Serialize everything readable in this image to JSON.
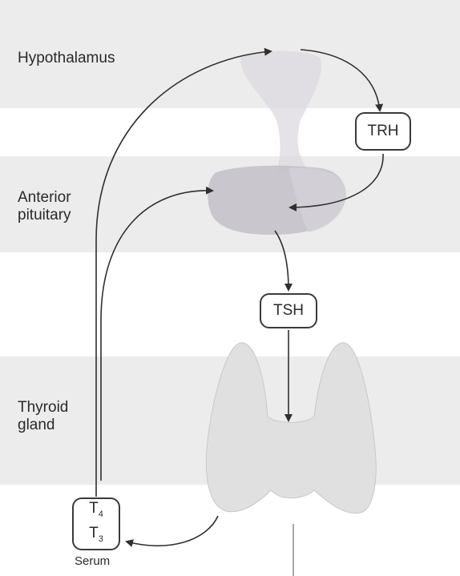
{
  "regions": {
    "hypothalamus": "Hypothalamus",
    "anterior_pituitary": "Anterior\npituitary",
    "thyroid_gland": "Thyroid\ngland"
  },
  "hormones": {
    "trh": "TRH",
    "tsh": "TSH",
    "t4": "T",
    "t4_sub": "4",
    "t3": "T",
    "t3_sub": "3"
  },
  "serum_label": "Serum",
  "colors": {
    "band": "#ececec",
    "organ_fill": "#d9d6dc",
    "pituitary_fill": "#c4c0c8",
    "thyroid_fill": "#e0e0e0",
    "arrow": "#2f2f2f"
  }
}
